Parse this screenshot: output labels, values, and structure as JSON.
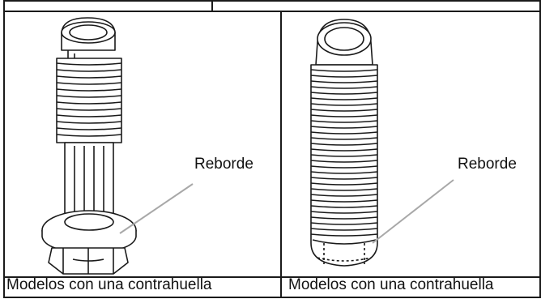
{
  "panels": [
    {
      "id": "left",
      "callout_label": "Reborde",
      "caption": "Modelos con una contrahuella"
    },
    {
      "id": "right",
      "callout_label": "Reborde",
      "caption": "Modelos con una contrahuella"
    }
  ],
  "colors": {
    "line": "#1a1a1a",
    "background": "#ffffff",
    "callout_line": "#a8a8a8"
  }
}
